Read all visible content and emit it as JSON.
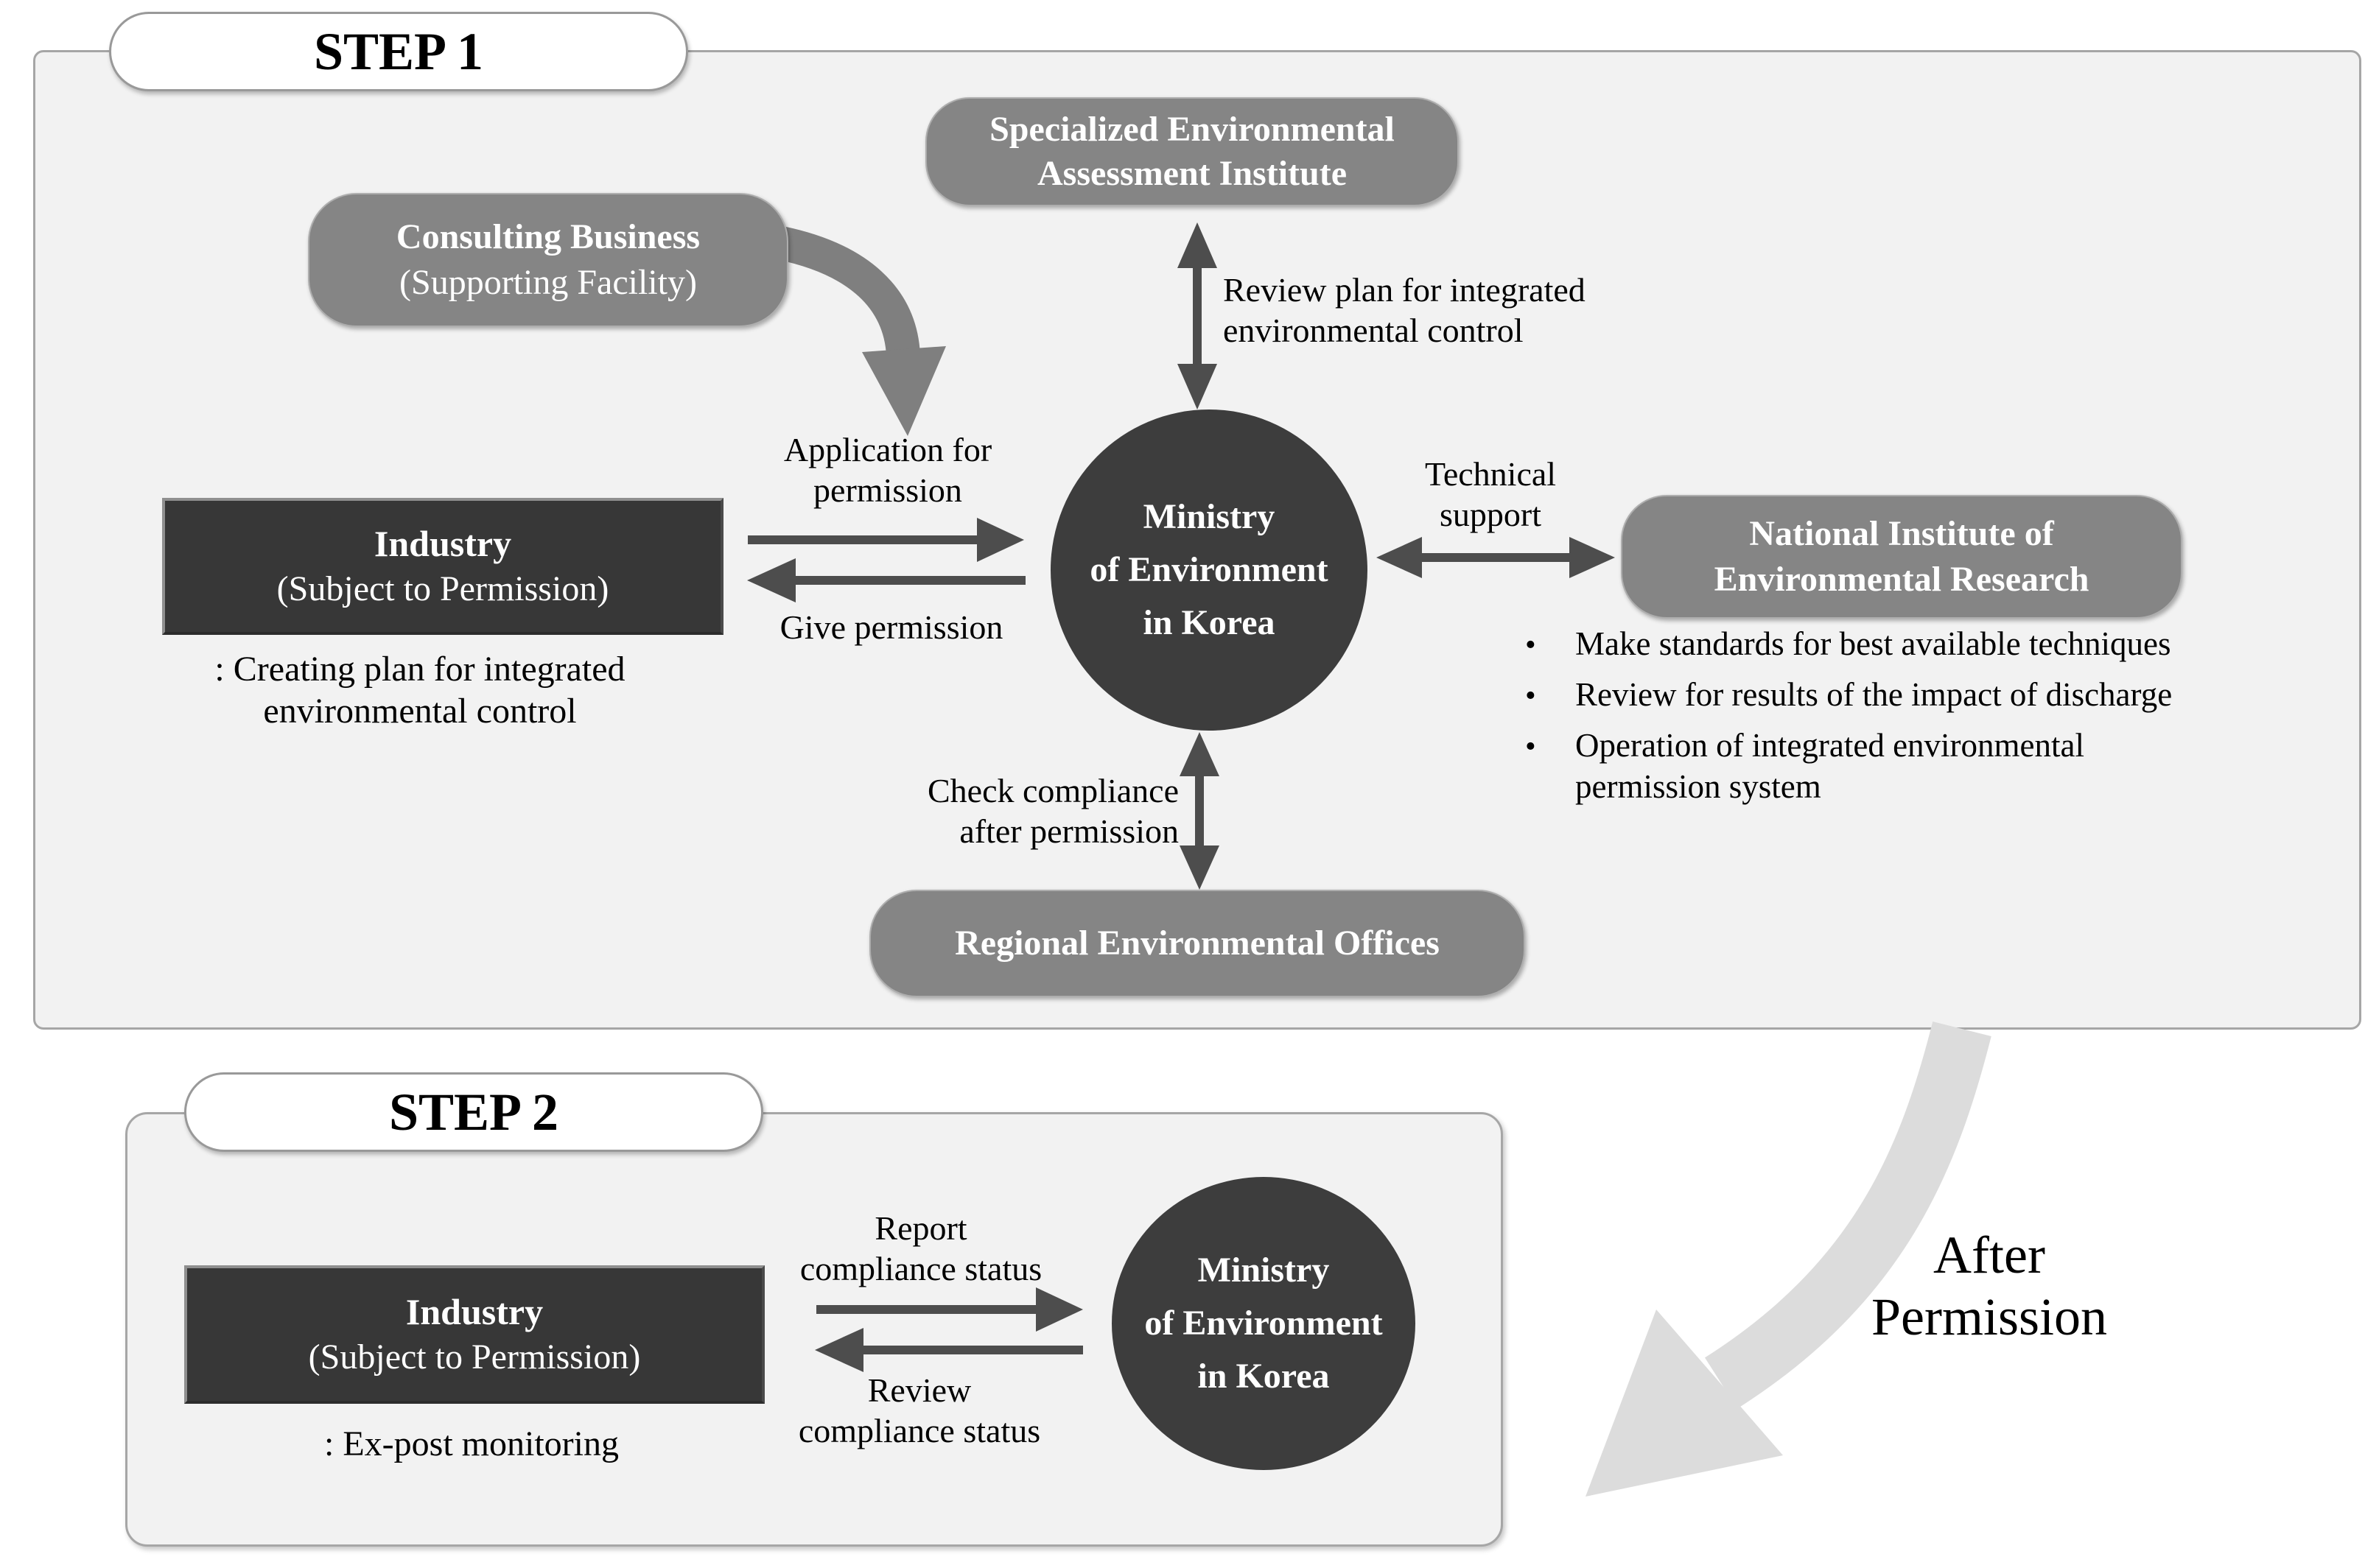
{
  "colors": {
    "panel_fill": "#f2f2f2",
    "panel_border": "#a6a6a6",
    "gray_node": "#858585",
    "dark_node": "#373737",
    "ellipse_node": "#3d3d3d",
    "arrow_dark": "#4d4d4d",
    "consulting_arrow": "#7f7f7f",
    "after_arrow": "#dcdcdc",
    "node_text": "#ffffff",
    "label_text": "#000000"
  },
  "step1": {
    "label": "STEP 1",
    "consulting": {
      "line1": "Consulting Business",
      "line2": "(Supporting Facility)"
    },
    "assessment": {
      "line1": "Specialized Environmental",
      "line2": "Assessment Institute"
    },
    "industry": {
      "line1": "Industry",
      "line2": "(Subject to Permission)"
    },
    "industry_caption": {
      "line1": ": Creating plan for integrated",
      "line2": "environmental control"
    },
    "ministry": {
      "line1": "Ministry",
      "line2": "of Environment",
      "line3": "in Korea"
    },
    "nier": {
      "line1": "National Institute of",
      "line2": "Environmental Research"
    },
    "nier_bullets": {
      "b1": "Make standards for best available techniques",
      "b2": "Review for results of the impact of discharge",
      "b3_line1": "Operation of integrated environmental",
      "b3_line2": "permission system"
    },
    "regional": "Regional Environmental Offices",
    "labels": {
      "review_plan": {
        "line1": "Review plan for integrated",
        "line2": "environmental control"
      },
      "application": {
        "line1": "Application for",
        "line2": "permission"
      },
      "give": "Give permission",
      "technical": {
        "line1": "Technical",
        "line2": "support"
      },
      "check": {
        "line1": "Check compliance",
        "line2": "after permission"
      }
    }
  },
  "step2": {
    "label": "STEP 2",
    "industry": {
      "line1": "Industry",
      "line2": "(Subject to Permission)"
    },
    "industry_caption": ": Ex-post monitoring",
    "ministry": {
      "line1": "Ministry",
      "line2": "of Environment",
      "line3": "in Korea"
    },
    "labels": {
      "report": {
        "line1": "Report",
        "line2": "compliance status"
      },
      "review": {
        "line1": "Review",
        "line2": "compliance status"
      }
    }
  },
  "transition": {
    "line1": "After",
    "line2": "Permission"
  }
}
